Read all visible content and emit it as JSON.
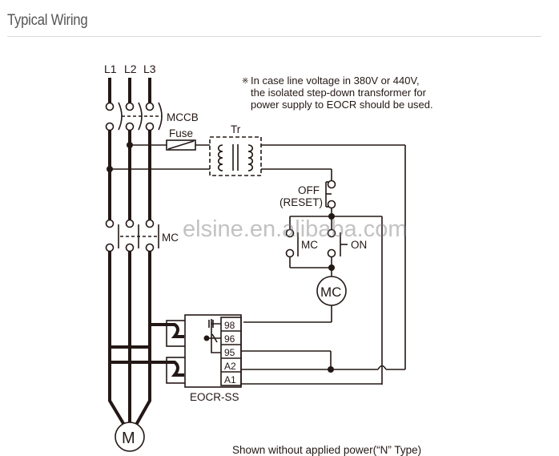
{
  "header": {
    "title": "Typical Wiring"
  },
  "diagram": {
    "phases": [
      "L1",
      "L2",
      "L3"
    ],
    "labels": {
      "mccb": "MCCB",
      "fuse": "Fuse",
      "transformer": "Tr",
      "off_1": "OFF",
      "off_2": "(RESET)",
      "mc_aux": "MC",
      "on": "ON",
      "mc_main": "MC",
      "mc_coil": "MC",
      "motor": "M",
      "eocr": "EOCR-SS"
    },
    "eocr_terminals": [
      "98",
      "96",
      "95",
      "A2",
      "A1"
    ],
    "note": {
      "mark": "※",
      "lines": [
        "In case line voltage in 380V or 440V,",
        "the isolated step-down transformer for",
        "power supply to EOCR should be used."
      ]
    },
    "caption": "Shown without applied power(“N” Type)",
    "watermark": "elsine.en.alibaba.com"
  }
}
